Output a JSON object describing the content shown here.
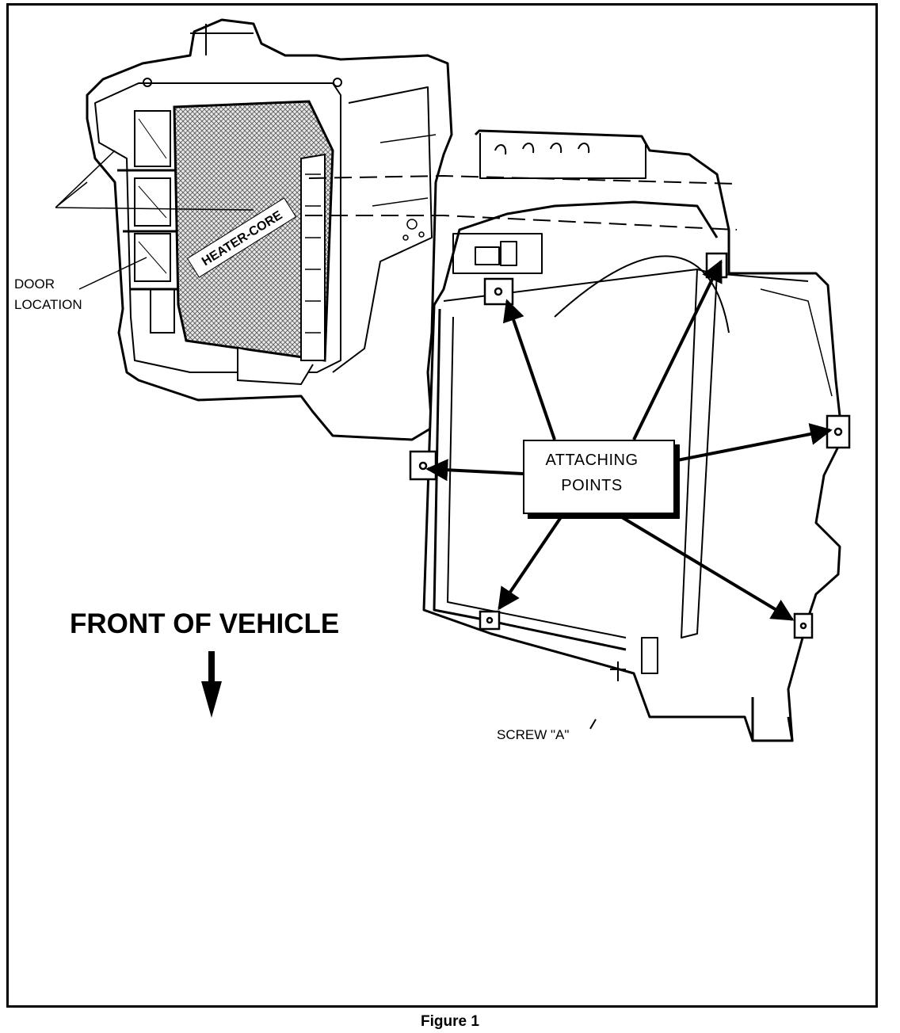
{
  "figure": {
    "caption": "Figure 1"
  },
  "labels": {
    "door_location": "DOOR\nLOCATION",
    "heater_core": "HEATER-CORE",
    "attaching_points": "ATTACHING\nPOINTS",
    "front_of_vehicle": "FRONT OF VEHICLE",
    "screw_a": "SCREW \"A\""
  },
  "colors": {
    "ink": "#000000",
    "paper": "#ffffff",
    "core_fill": "#cfcfcf"
  }
}
